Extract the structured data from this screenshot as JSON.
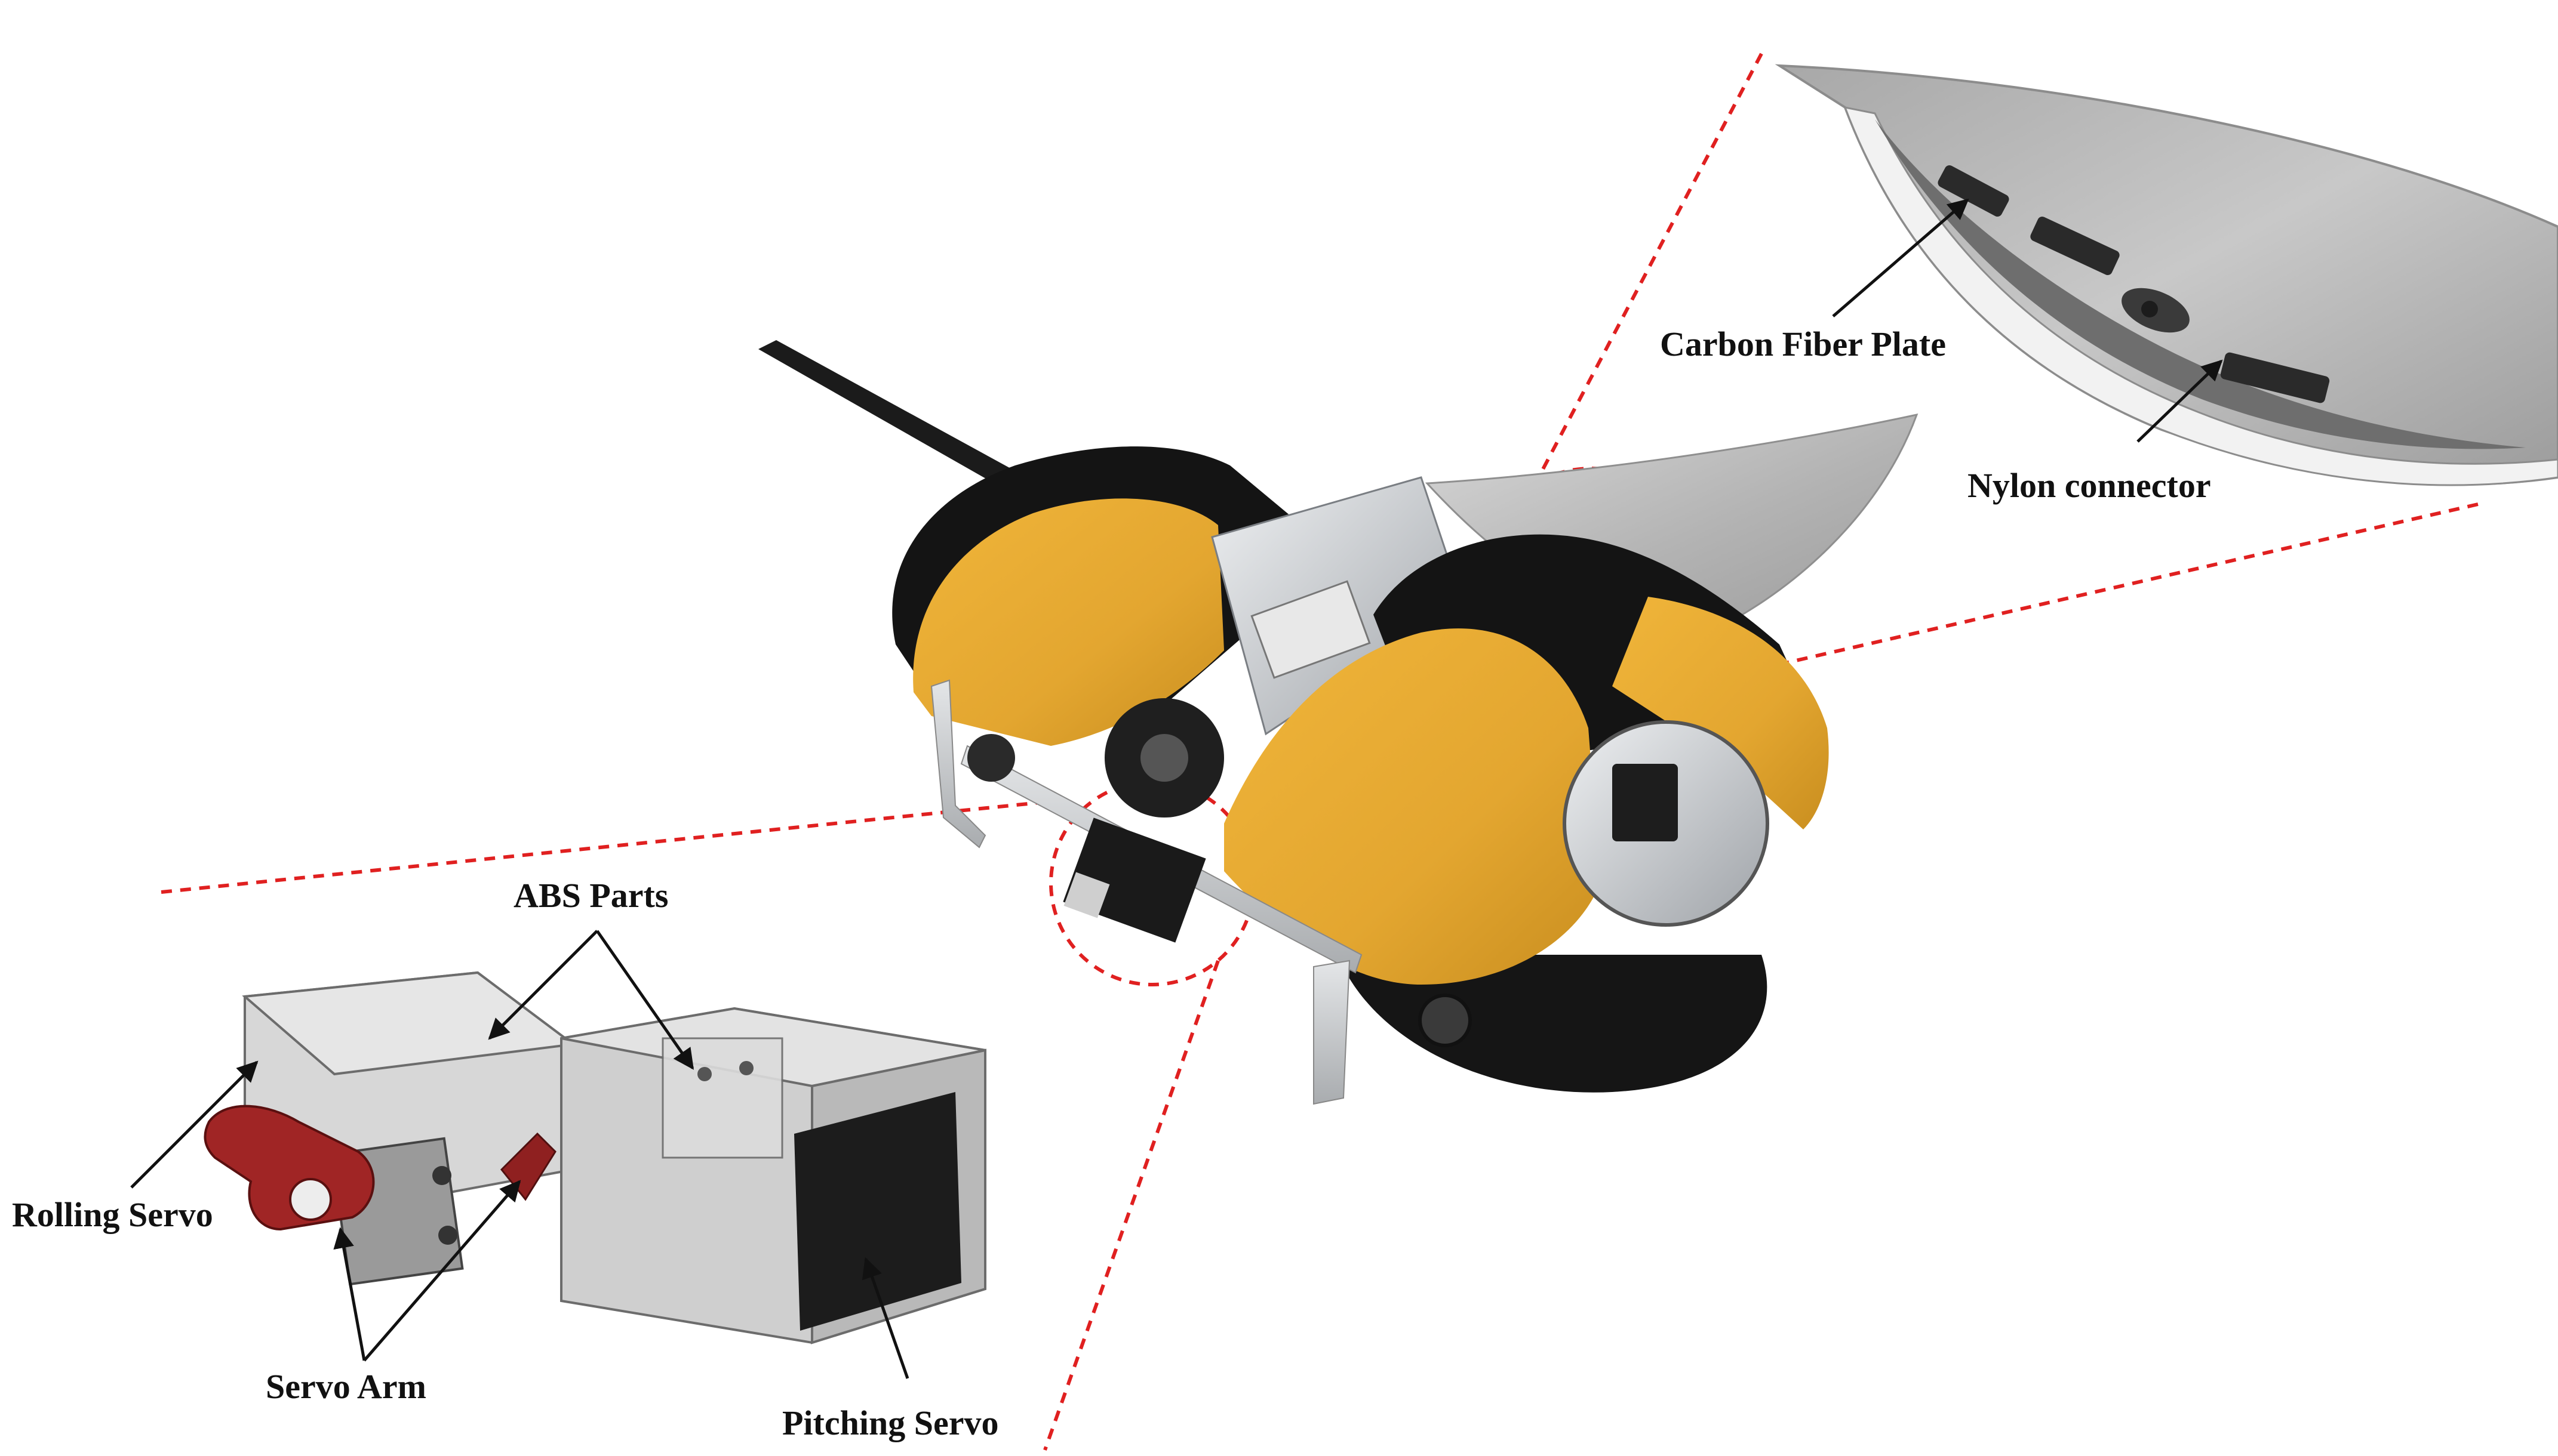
{
  "labels": {
    "carbon_fiber_plate": "Carbon Fiber Plate",
    "nylon_connector": "Nylon connector",
    "abs_parts": "ABS Parts",
    "rolling_servo": "Rolling Servo",
    "servo_arm": "Servo Arm",
    "pitching_servo": "Pitching Servo"
  },
  "colors": {
    "hull_yellow": "#E3A630",
    "hull_black": "#141414",
    "fin_gray": "#B9B9B9",
    "frame_silver": "#C9CCCF",
    "servo_arm_red": "#9E2424",
    "detail_line": "#E02020"
  }
}
